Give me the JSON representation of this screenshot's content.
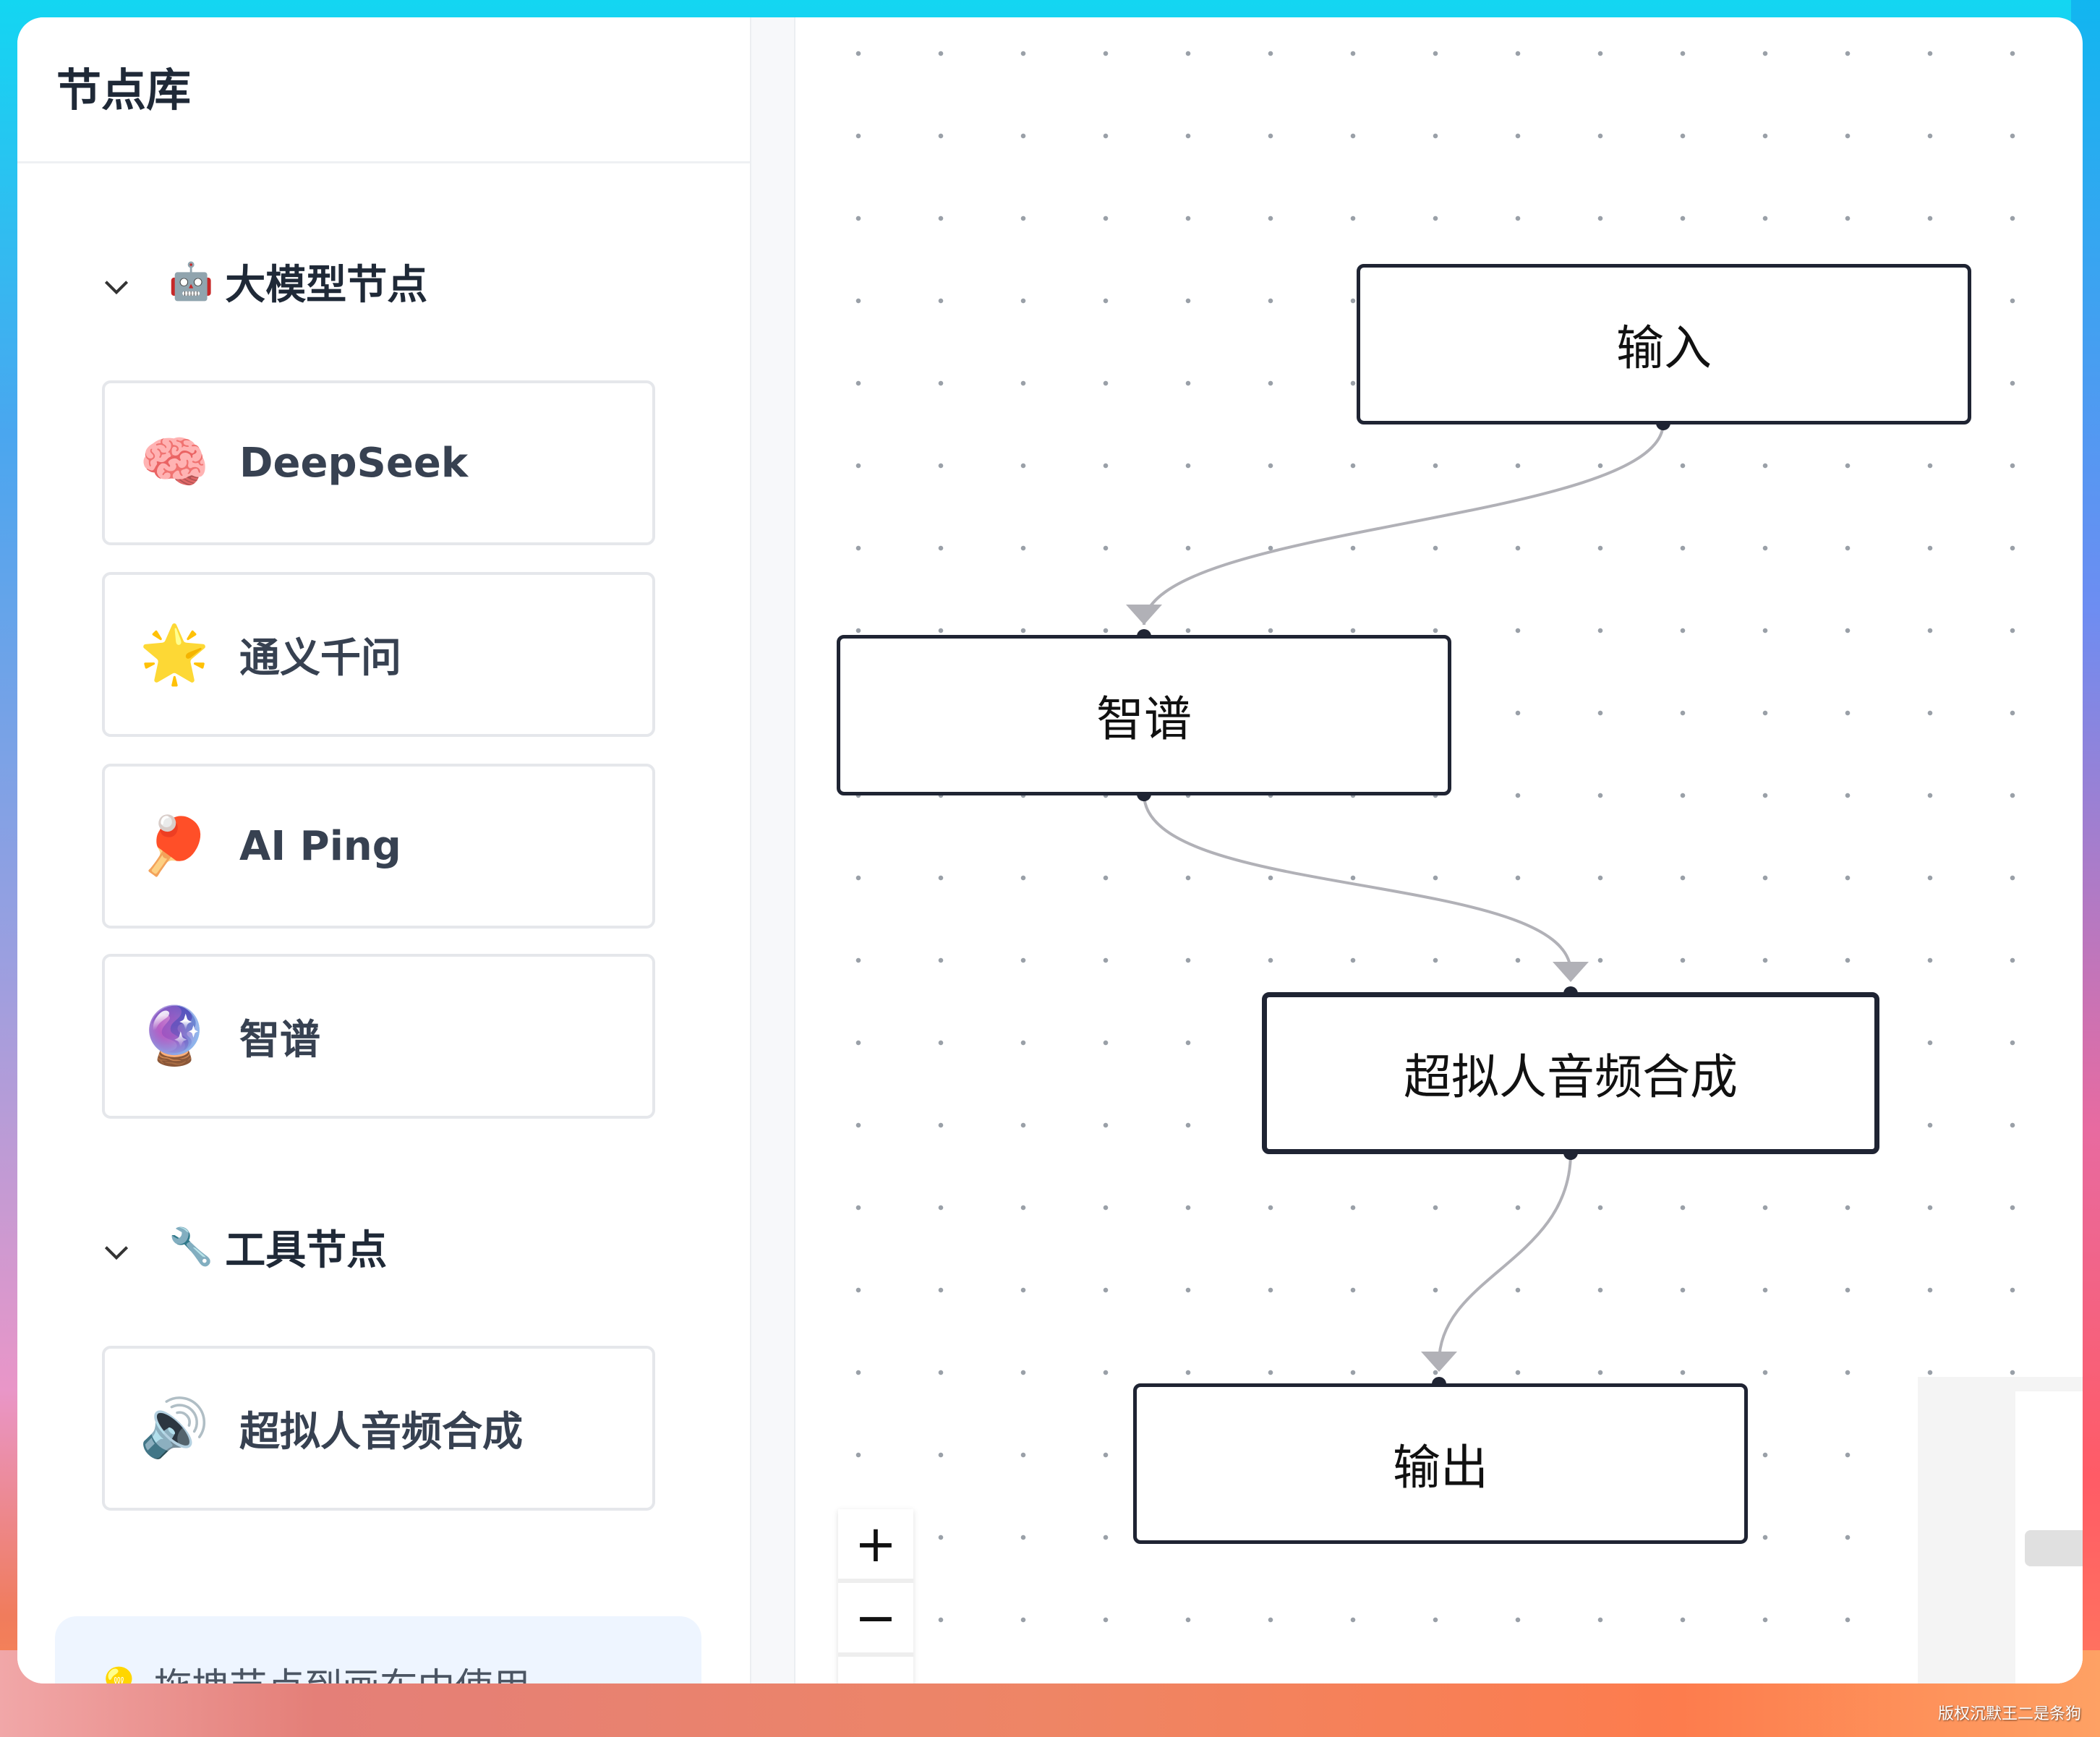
{
  "sidebar": {
    "title": "节点库",
    "sections": [
      {
        "label": "大模型节点",
        "icon": "🤖",
        "items": [
          {
            "label": "DeepSeek",
            "icon": "🧠"
          },
          {
            "label": "通义千问",
            "icon": "🌟"
          },
          {
            "label": "AI Ping",
            "icon": "🏓"
          },
          {
            "label": "智谱",
            "icon": "🔮"
          }
        ]
      },
      {
        "label": "工具节点",
        "icon": "🔧",
        "items": [
          {
            "label": "超拟人音频合成",
            "icon": "🔊"
          }
        ]
      }
    ],
    "tip": {
      "icon": "💡",
      "text": "拖拽节点到画布中使用"
    }
  },
  "canvas": {
    "nodes": [
      {
        "label": "输入"
      },
      {
        "label": "智谱"
      },
      {
        "label": "超拟人音频合成"
      },
      {
        "label": "输出"
      }
    ],
    "controls": {
      "zoom_in": "+",
      "zoom_out": "−"
    }
  },
  "watermark": "版权沉默王二是条狗"
}
